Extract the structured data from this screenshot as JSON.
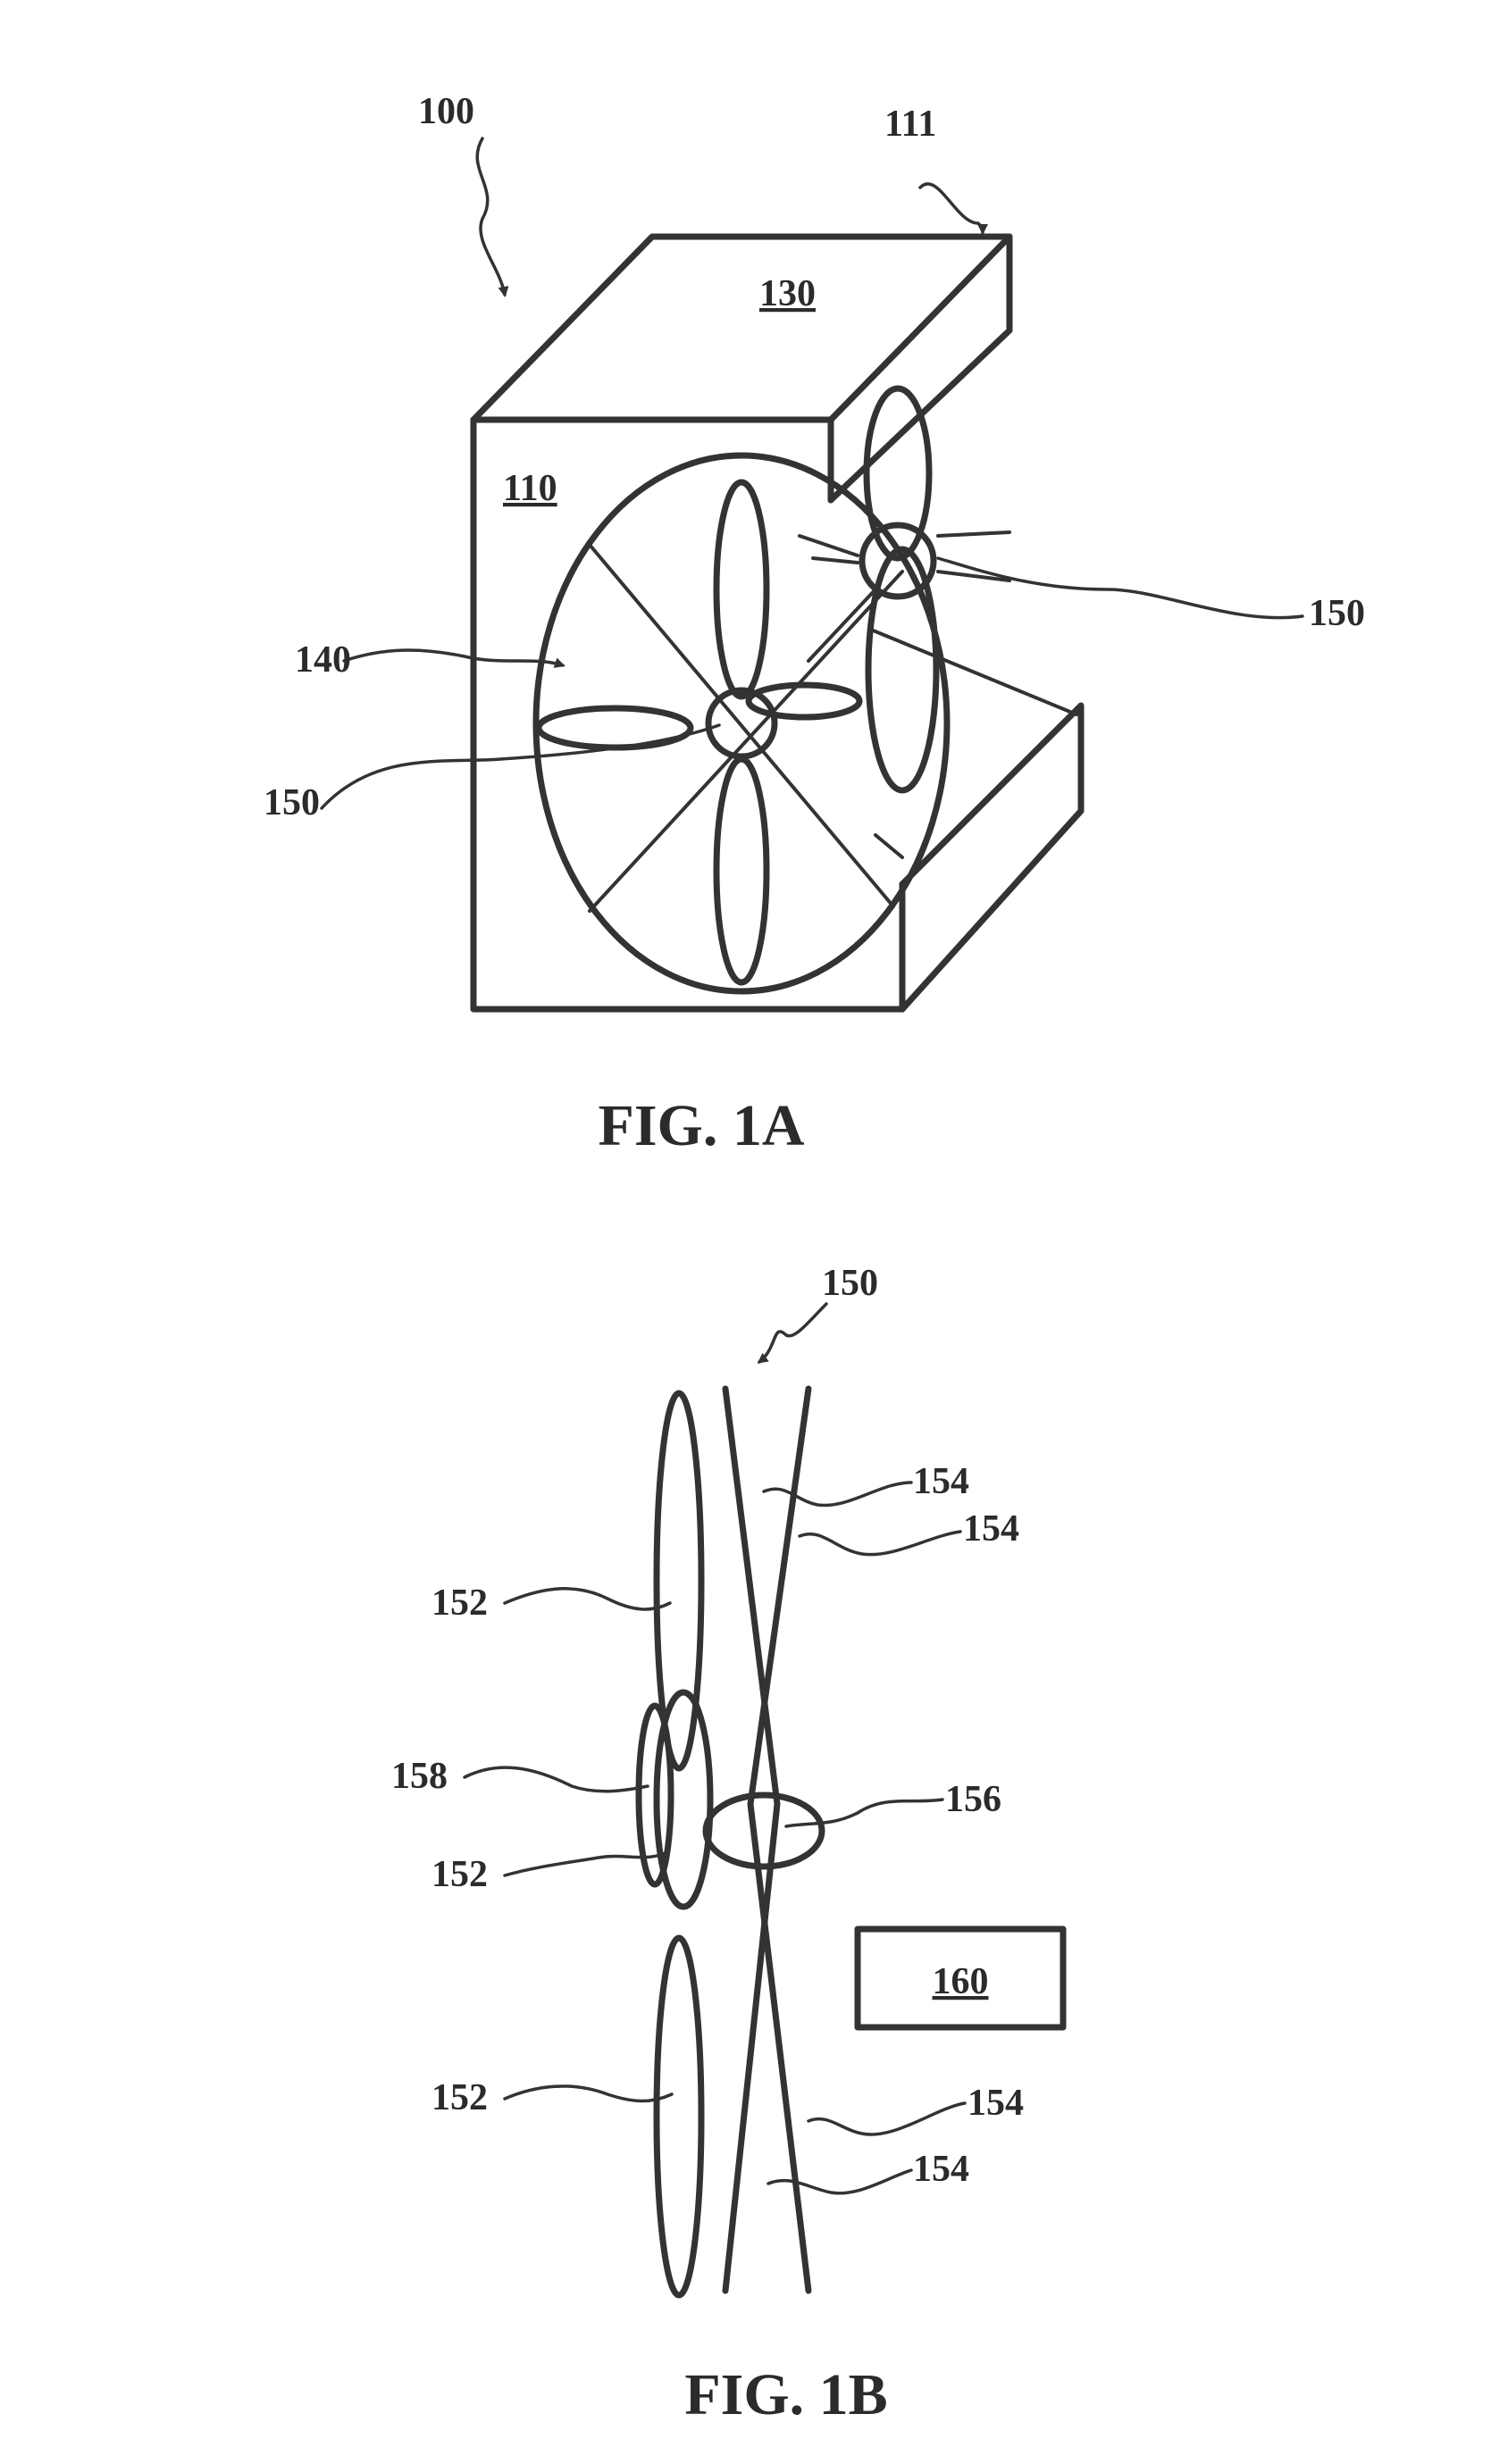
{
  "fig_1a": {
    "caption": "FIG. 1A",
    "labels": {
      "assembly": "100",
      "outlet": "111",
      "top": "130",
      "housing": "110",
      "fan_plate": "140",
      "fan_right": "150",
      "fan_left": "150"
    }
  },
  "fig_1b": {
    "caption": "FIG. 1B",
    "labels": {
      "fan": "150",
      "wire_a": "154",
      "wire_b": "154",
      "blade_top": "152",
      "cushion": "158",
      "blade_mid": "152",
      "hub": "156",
      "controller": "160",
      "blade_bottom": "152",
      "wire_c": "154",
      "wire_d": "154"
    }
  }
}
